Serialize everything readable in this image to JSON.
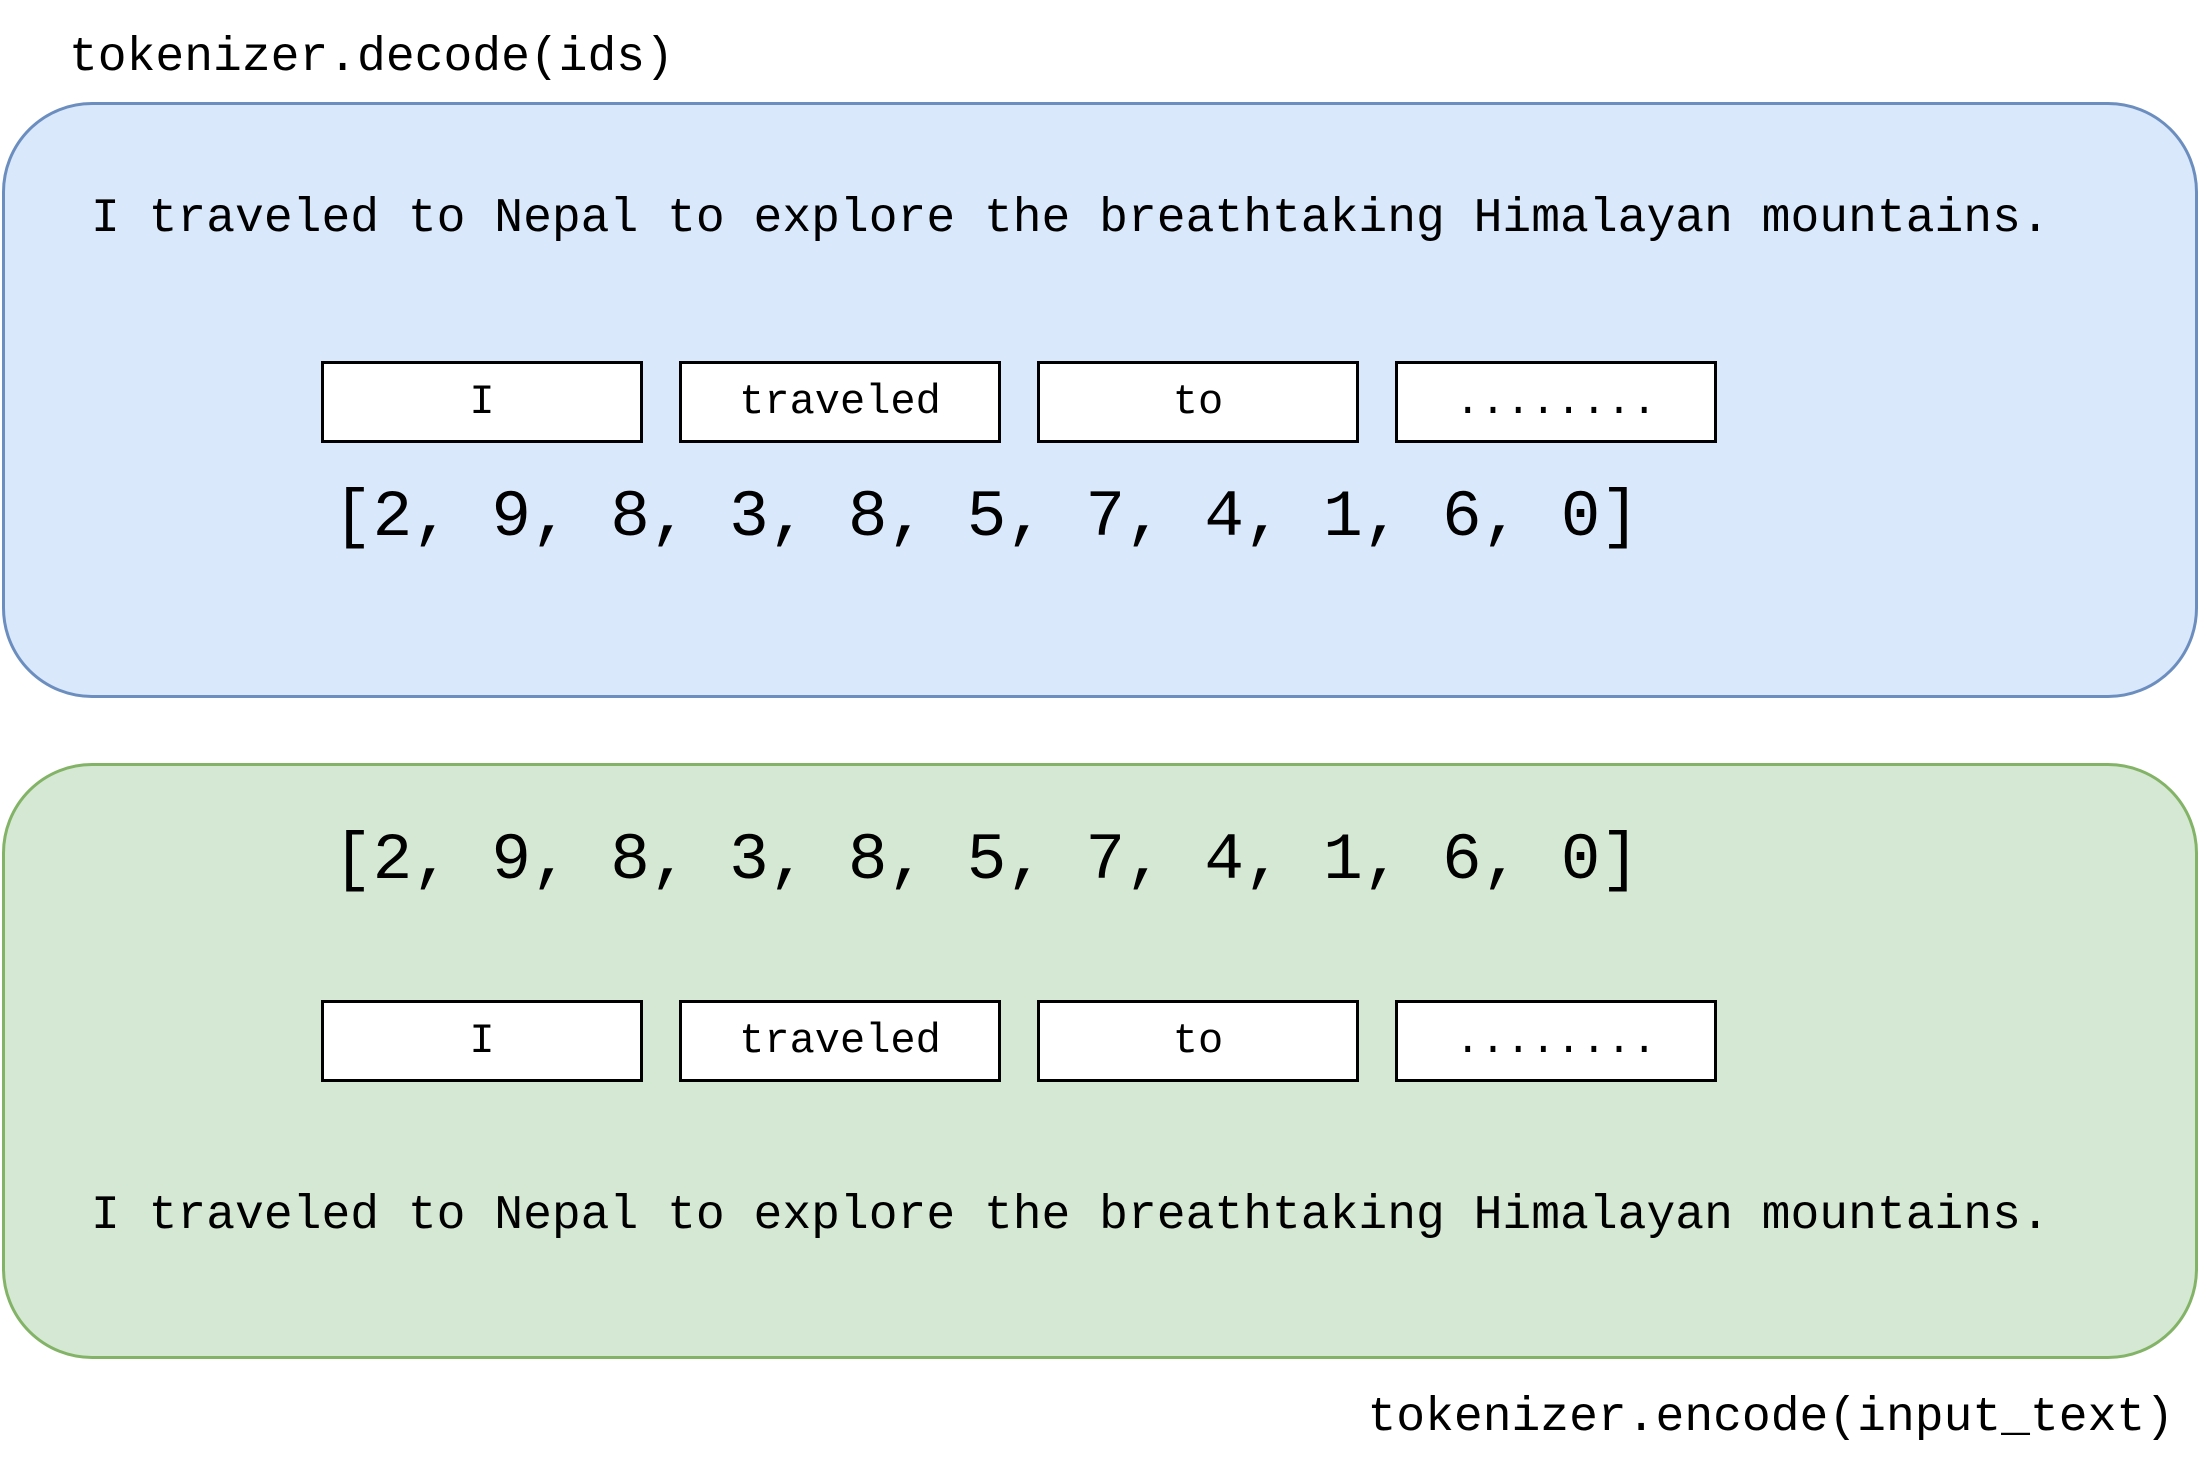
{
  "decode": {
    "caption": "tokenizer.decode(ids)",
    "sentence": "I traveled to Nepal to explore the breathtaking Himalayan mountains.",
    "tokens": [
      "I",
      "traveled",
      "to",
      "........"
    ],
    "ids": "[2, 9, 8, 3, 8, 5, 7, 4, 1, 6, 0]"
  },
  "encode": {
    "caption": "tokenizer.encode(input_text)",
    "ids": "[2, 9, 8, 3, 8, 5, 7, 4, 1, 6, 0]",
    "tokens": [
      "I",
      "traveled",
      "to",
      "........"
    ],
    "sentence": "I traveled to Nepal to explore the breathtaking Himalayan mountains."
  },
  "colors": {
    "decode_fill": "#dae8fc",
    "decode_stroke": "#6c8ebf",
    "encode_fill": "#d5e8d4",
    "encode_stroke": "#82b366"
  }
}
